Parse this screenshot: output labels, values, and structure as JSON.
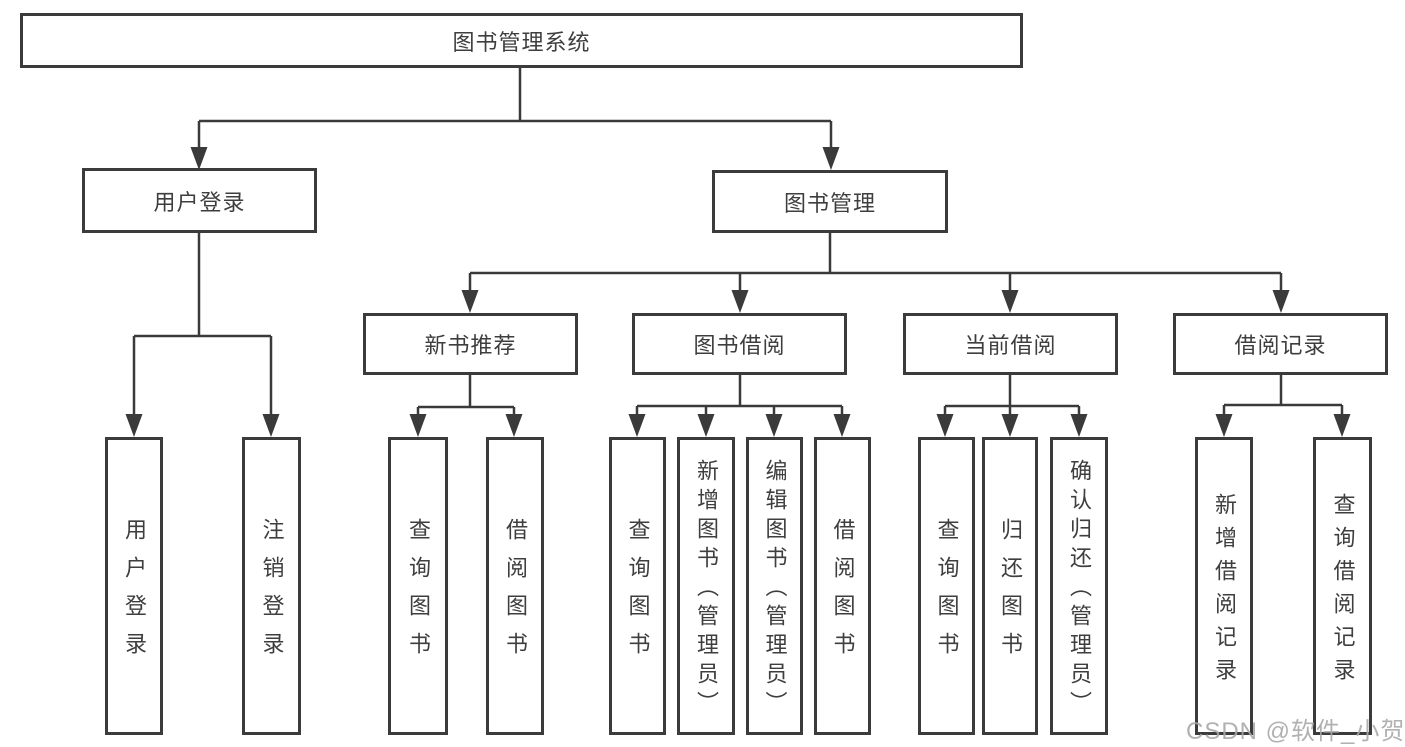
{
  "diagram": {
    "type": "tree",
    "colors": {
      "line": "#3a3a3a",
      "box_border": "#3b3b3b",
      "text": "#3e3e3e",
      "background": "#ffffff",
      "watermark": "#a8a8a8"
    },
    "watermark": "CSDN @软件_小贺同学",
    "tree": {
      "label": "图书管理系统",
      "children": [
        {
          "label": "用户登录",
          "children": [
            {
              "label": "用户登录"
            },
            {
              "label": "注销登录"
            }
          ]
        },
        {
          "label": "图书管理",
          "children": [
            {
              "label": "新书推荐",
              "children": [
                {
                  "label": "查询图书"
                },
                {
                  "label": "借阅图书"
                }
              ]
            },
            {
              "label": "图书借阅",
              "children": [
                {
                  "label": "查询图书"
                },
                {
                  "label": "新增图书（管理员）"
                },
                {
                  "label": "编辑图书（管理员）"
                },
                {
                  "label": "借阅图书"
                }
              ]
            },
            {
              "label": "当前借阅",
              "children": [
                {
                  "label": "查询图书"
                },
                {
                  "label": "归还图书"
                },
                {
                  "label": "确认归还（管理员）"
                }
              ]
            },
            {
              "label": "借阅记录",
              "children": [
                {
                  "label": "新增借阅记录"
                },
                {
                  "label": "查询借阅记录"
                }
              ]
            }
          ]
        }
      ]
    }
  }
}
